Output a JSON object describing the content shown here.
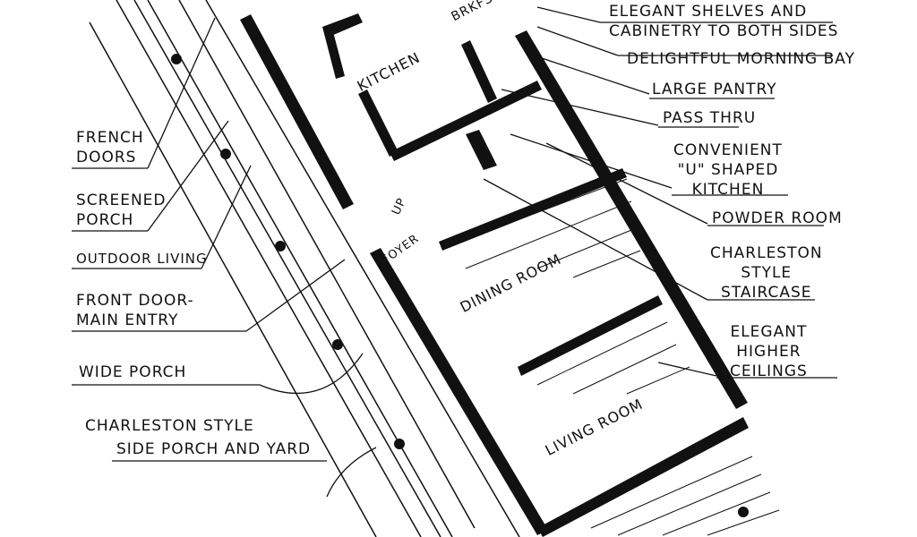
{
  "right_labels": {
    "shelves_1": "Elegant shelves and",
    "shelves_2": "cabinetry to both sides",
    "morning_bay": "Delightful Morning Bay",
    "pantry": "Large Pantry",
    "pass_thru": "Pass Thru",
    "kitchen_1": "Convenient",
    "kitchen_2": "\"U\" Shaped",
    "kitchen_3": "Kitchen",
    "powder": "Powder Room",
    "stair_1": "Charleston",
    "stair_2": "Style",
    "stair_3": "Staircase",
    "ceil_1": "Elegant",
    "ceil_2": "Higher",
    "ceil_3": "Ceilings"
  },
  "left_labels": {
    "french_1": "French",
    "french_2": "Doors",
    "screened_1": "Screened",
    "screened_2": "Porch",
    "outdoor": "Outdoor Living",
    "front_1": "Front Door-",
    "front_2": "Main Entry",
    "wide": "Wide Porch",
    "side_1": "Charleston Style",
    "side_2": "Side Porch and Yard"
  },
  "rooms": {
    "kitchen": "KITCHEN",
    "brkfst": "BRKFST",
    "up": "UP",
    "foyer": "FOYER",
    "dining": "DINING ROOM",
    "living": "LIVING ROOM"
  }
}
